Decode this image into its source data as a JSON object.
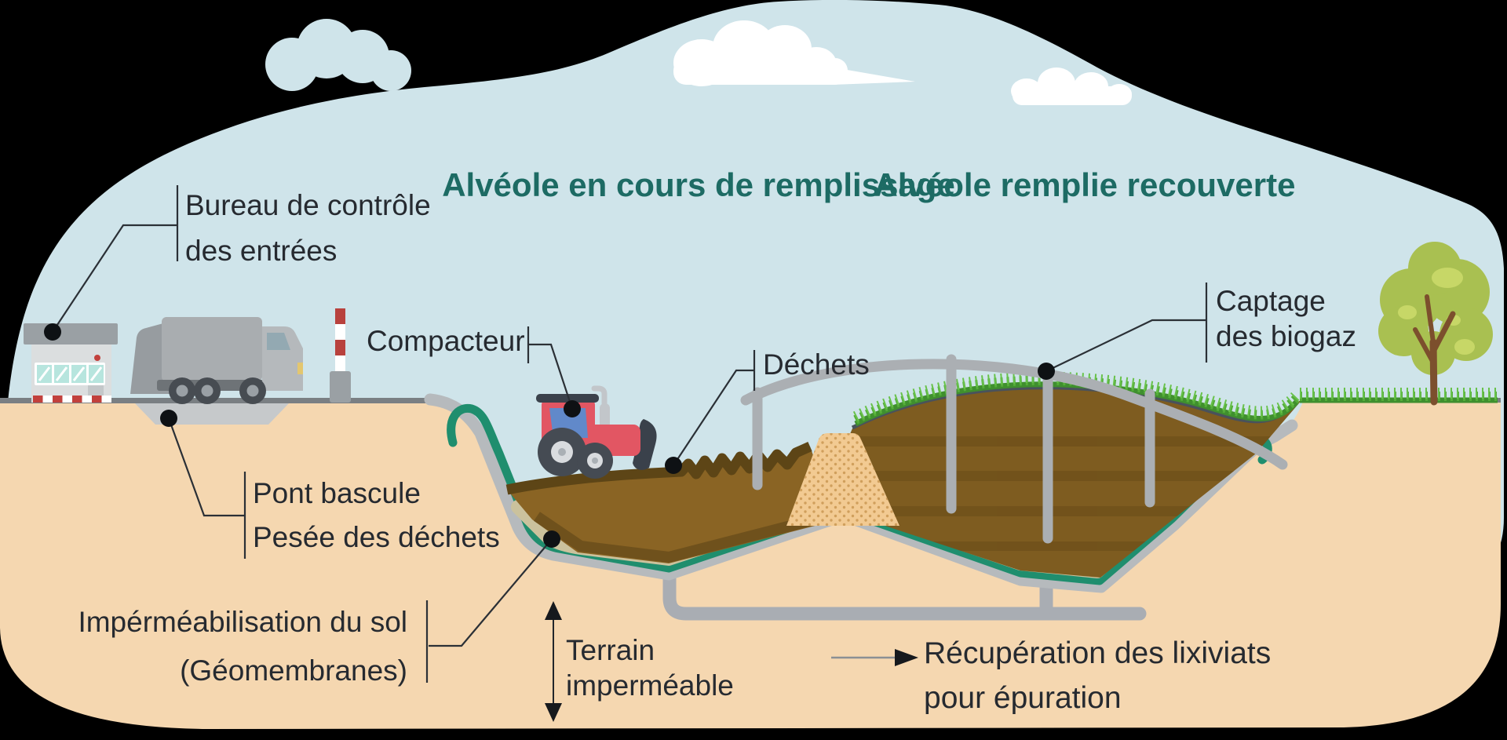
{
  "labels": {
    "bureau": {
      "line1": "Bureau de contrôle",
      "line2": "des entrées"
    },
    "header_filling": {
      "line1": "Alvéole en cours",
      "line2": "de remplissage"
    },
    "header_covered": {
      "line1": "Alvéole remplie",
      "line2": "recouverte"
    },
    "compacteur": {
      "text": "Compacteur"
    },
    "dechets": {
      "text": "Déchets"
    },
    "captage": {
      "line1": "Captage",
      "line2": "des biogaz"
    },
    "pont_bascule": {
      "line1": "Pont bascule",
      "line2": "Pesée des déchets"
    },
    "impermeabilisation": {
      "line1": "Impérméabilisation du sol",
      "line2": "(Géomembranes)"
    },
    "terrain": {
      "line1": "Terrain",
      "line2": "imperméable"
    },
    "recuperation": {
      "line1": "Récupération des lixiviats",
      "line2": "pour épuration"
    }
  },
  "colors": {
    "sky": "#cfe4ea",
    "ground": "#f5d7b0",
    "header_teal": "#1d6b64",
    "label_text": "#262a30",
    "geomembrane_green": "#1f8e6e",
    "liner_gray": "#b6babd",
    "gravel_layer": "#cbc29d",
    "waste_brown": "#8a6424",
    "waste_dark_band": "#5d4516",
    "covered_waste_brown": "#7e5c20",
    "sand_berm": "#f2ca92",
    "grass_green": "#54ad39",
    "pipe_gray": "#abafb3",
    "tractor_red": "#e25663",
    "road_gray": "#7a7f83",
    "cloud_white": "#ffffff",
    "barrier_red": "#c2403c"
  }
}
